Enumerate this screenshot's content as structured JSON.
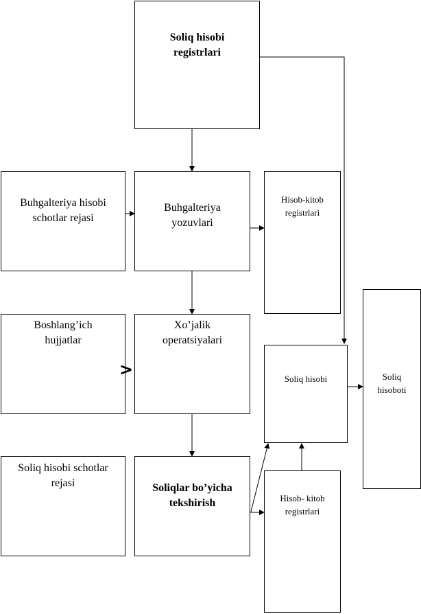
{
  "boxes": {
    "soliq_hisobi_registrlari": "Soliq  hisobi\nregistrlari",
    "buhgalteriya_schotlar_rejasi": "Buhgalteriya hisobi\nschotlar rejasi",
    "buhgalteriya_yozuvlari": "Buhgalteriya\nyozuvlari",
    "hisob_kitob_registrlari_top": "Hisob-kitob\nregistrlari",
    "boshlangich_hujjatlar": "Boshlang’ich\nhujjatlar",
    "xojalik_operatsiyalari": "Xo’jalik\noperatsiyalari",
    "soliq_hisobi": "Soliq hisobi",
    "soliq_hisoboti": "Soliq\nhisoboti",
    "soliq_hisobi_schotlar_rejasi": "Soliq hisobi schotlar\nrejasi",
    "soliqlar_boyicha_tekshirish": "Soliqlar bo’yicha\ntekshirish",
    "hisob_kitob_registrlari_bottom": "Hisob- kitob\nregistrlari"
  },
  "chevron_glyph": ">"
}
